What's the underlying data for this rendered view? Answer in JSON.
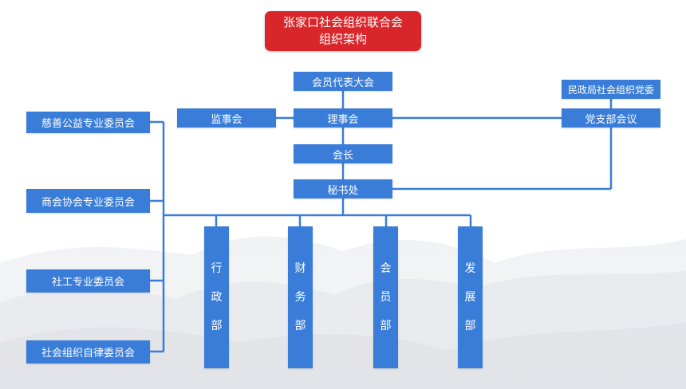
{
  "title": {
    "line1": "张家口社会组织联合会",
    "line2": "组织架构"
  },
  "nodes": {
    "member_congress": "会员代表大会",
    "council": "理事会",
    "supervisory": "监事会",
    "president": "会长",
    "secretariat": "秘书处",
    "civil_party": "民政局社会组织党委",
    "party_branch": "党支部会议"
  },
  "committees": [
    "慈善公益专业委员会",
    "商会协会专业委员会",
    "社工专业委员会",
    "社会组织自律委员会"
  ],
  "departments": [
    [
      "行",
      "政",
      "部"
    ],
    [
      "财",
      "务",
      "部"
    ],
    [
      "会",
      "员",
      "部"
    ],
    [
      "发",
      "展",
      "部"
    ]
  ],
  "colors": {
    "box": "#3a7dd8",
    "line": "#3a7dd8",
    "title": "#d9262b"
  }
}
